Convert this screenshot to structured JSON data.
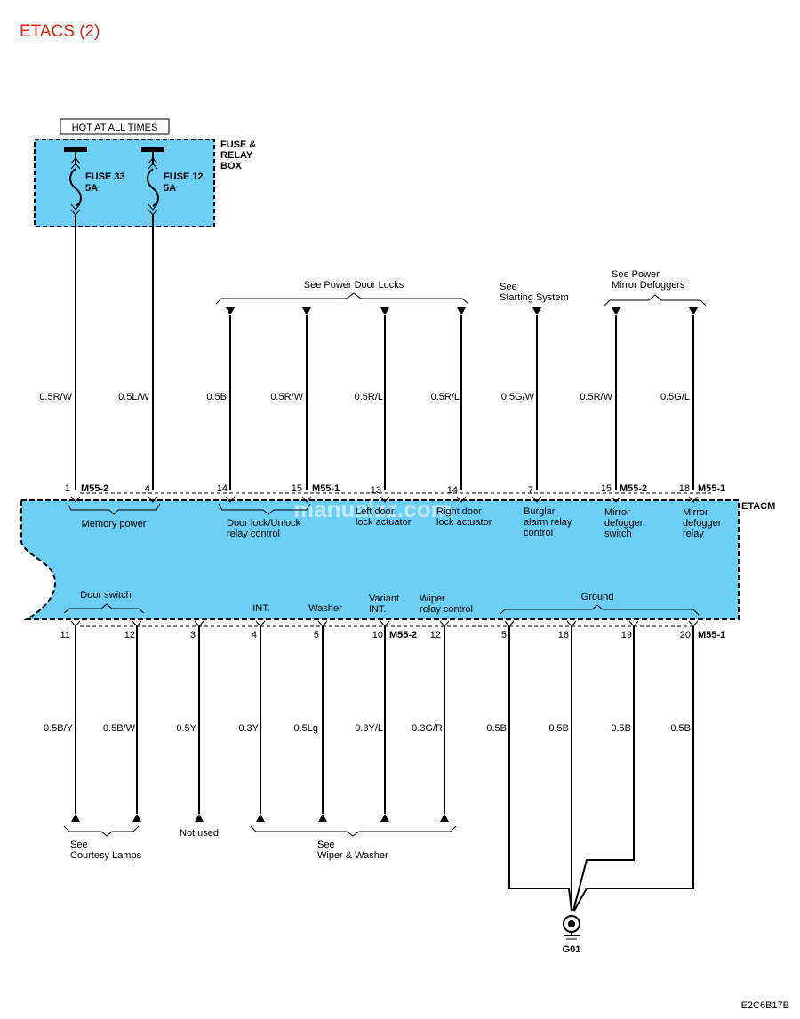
{
  "title": "ETACS (2)",
  "watermark": "manualzz.com",
  "diagram_code": "E2C6B17B",
  "colors": {
    "title": "#e2231a",
    "module_fill": "#6dcff6",
    "fuse_box_fill": "#6dcff6"
  },
  "fuse_box": {
    "hot_label": "HOT  AT ALL TIMES",
    "name_lines": [
      "FUSE &",
      "RELAY",
      "BOX"
    ],
    "fuses": [
      {
        "name": "FUSE 33",
        "rating": "5A"
      },
      {
        "name": "FUSE 12",
        "rating": "5A"
      }
    ]
  },
  "module": {
    "name": "ETACM"
  },
  "references_top": {
    "door_locks": "See Power Door Locks",
    "starting": [
      "See",
      "Starting System"
    ],
    "mirror": [
      "See Power",
      "Mirror Defoggers"
    ]
  },
  "top_wires": [
    {
      "color": "0.5R/W",
      "pin": "1",
      "connector": "M55-2"
    },
    {
      "color": "0.5L/W",
      "pin": "4",
      "connector": ""
    },
    {
      "color": "0.5B",
      "pin": "14",
      "connector": ""
    },
    {
      "color": "0.5R/W",
      "pin": "15",
      "connector": "M55-1"
    },
    {
      "color": "0.5R/L",
      "pin": "13",
      "connector": ""
    },
    {
      "color": "0.5R/L",
      "pin": "14",
      "connector": ""
    },
    {
      "color": "0.5G/W",
      "pin": "7",
      "connector": ""
    },
    {
      "color": "0.5R/W",
      "pin": "15",
      "connector": "M55-2"
    },
    {
      "color": "0.5G/L",
      "pin": "18",
      "connector": "M55-1"
    }
  ],
  "top_functions": [
    [
      "Memory power"
    ],
    [
      "Door lock/Unlock",
      "relay control"
    ],
    [
      "Left door",
      "lock actuator"
    ],
    [
      "Right door",
      "lock actuator"
    ],
    [
      "Burglar",
      "alarm relay",
      "control"
    ],
    [
      "Mirror",
      "defogger",
      "switch"
    ],
    [
      "Mirror",
      "defogger",
      "relay"
    ]
  ],
  "bottom_functions": [
    [
      "Door switch"
    ],
    [
      "INT."
    ],
    [
      "Washer"
    ],
    [
      "Variant",
      "INT."
    ],
    [
      "Wiper",
      "relay control"
    ],
    [
      "Ground"
    ]
  ],
  "bottom_wires": [
    {
      "color": "0.5B/Y",
      "pin": "11",
      "connector": ""
    },
    {
      "color": "0.5B/W",
      "pin": "12",
      "connector": ""
    },
    {
      "color": "0.5Y",
      "pin": "3",
      "connector": ""
    },
    {
      "color": "0.3Y",
      "pin": "4",
      "connector": ""
    },
    {
      "color": "0.5Lg",
      "pin": "5",
      "connector": ""
    },
    {
      "color": "0.3Y/L",
      "pin": "10",
      "connector": "M55-2"
    },
    {
      "color": "0.3G/R",
      "pin": "12",
      "connector": ""
    },
    {
      "color": "0.5B",
      "pin": "5",
      "connector": ""
    },
    {
      "color": "0.5B",
      "pin": "16",
      "connector": ""
    },
    {
      "color": "0.5B",
      "pin": "19",
      "connector": ""
    },
    {
      "color": "0.5B",
      "pin": "20",
      "connector": "M55-1"
    }
  ],
  "references_bottom": {
    "courtesy": [
      "See",
      "Courtesy Lamps"
    ],
    "not_used": "Not used",
    "wiper": [
      "See",
      "Wiper & Washer"
    ]
  },
  "ground": {
    "name": "G01"
  }
}
